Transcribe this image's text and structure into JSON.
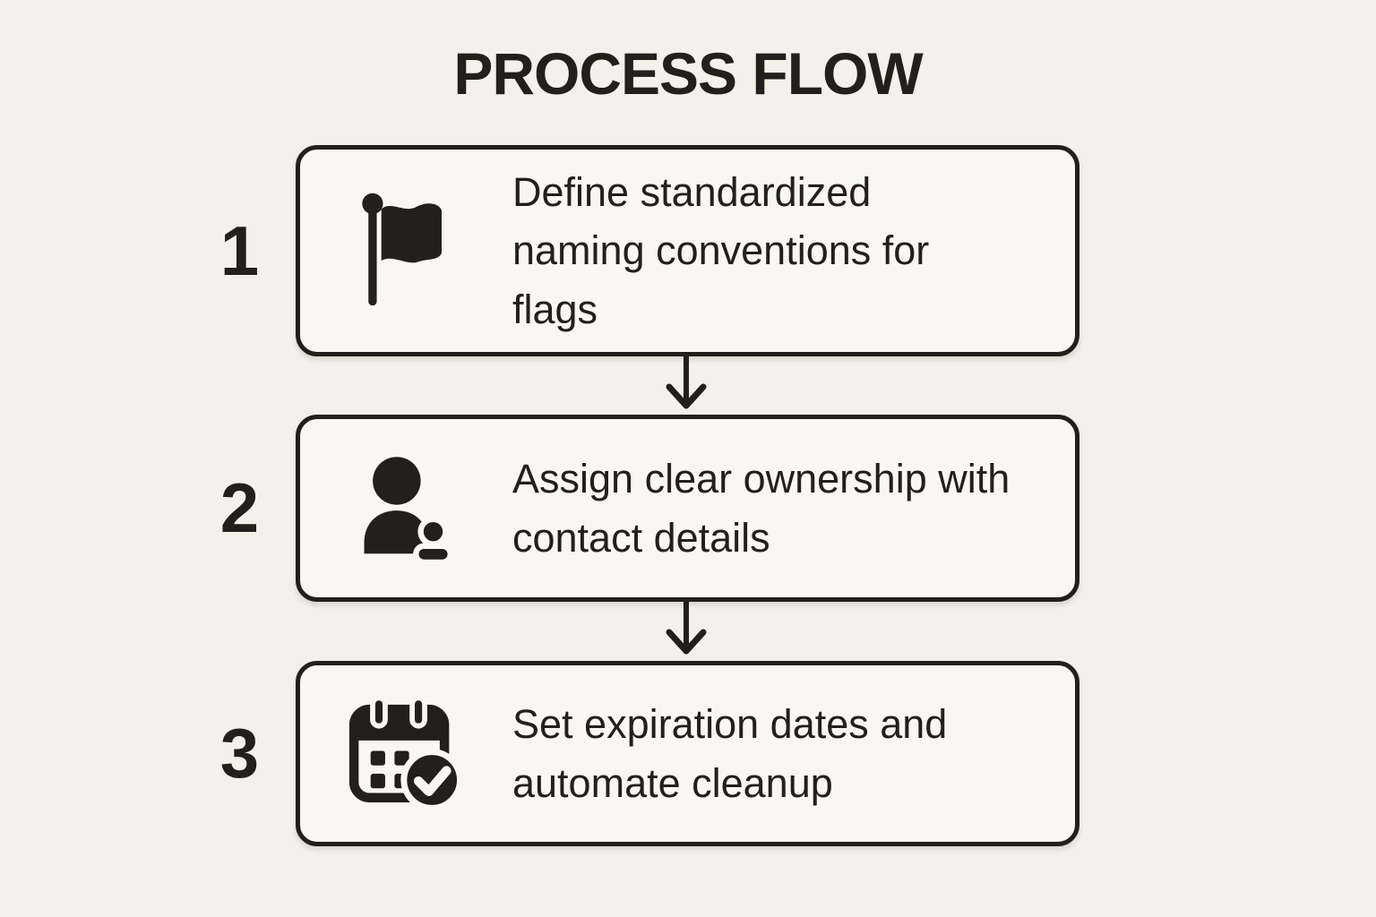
{
  "title": "PROCESS FLOW",
  "colors": {
    "background": "#f4f1ea",
    "box_background": "#f9f7f2",
    "ink": "#221f1c"
  },
  "steps": [
    {
      "number": "1",
      "icon": "flag-icon",
      "text": "Define standardized naming conventions for flags"
    },
    {
      "number": "2",
      "icon": "person-contact-icon",
      "text": "Assign clear ownership with contact details"
    },
    {
      "number": "3",
      "icon": "calendar-check-icon",
      "text": "Set expiration dates and automate cleanup"
    }
  ]
}
